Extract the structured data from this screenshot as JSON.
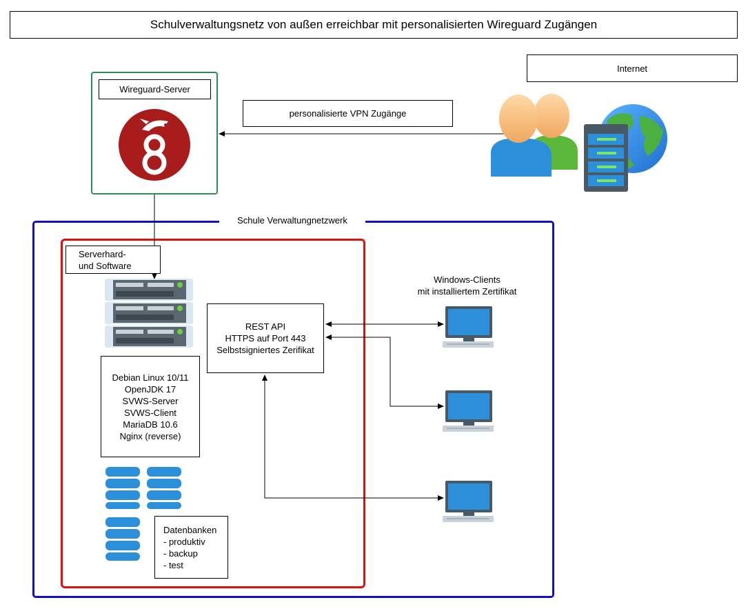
{
  "title": "Schulverwaltungsnetz von außen erreichbar mit personalisierten Wireguard Zugängen",
  "internet": "Internet",
  "vpn_access": "personalisierte VPN Zugänge",
  "wireguard": {
    "label": "Wireguard-Server"
  },
  "school_network": {
    "label": "Schule Verwaltungnetzwerk"
  },
  "server_group": {
    "label": "Serverhard-\nund Software"
  },
  "rest_api": {
    "text": "REST API\nHTTPS auf Port 443\nSelbstsigniertes Zerifikat"
  },
  "software": {
    "text": "Debian Linux 10/11\nOpenJDK 17\nSVWS-Server\nSVWS-Client\nMariaDB 10.6\nNginx (reverse)"
  },
  "databases": {
    "text": "Datenbanken\n- produktiv\n- backup\n  - test"
  },
  "windows_clients": {
    "text": "Windows-Clients\nmit installiertem Zertifikat"
  },
  "colors": {
    "wireguard_frame": "#2e8b57",
    "school_frame": "#1010c8",
    "server_frame": "#e01010",
    "wireguard_logo": "#a81c1c",
    "database": "#2b8fd9",
    "monitor": "#2b8fd9"
  },
  "icons": [
    "wireguard-logo-icon",
    "users-icon",
    "globe-icon",
    "server-tower-icon",
    "server-rack-icon",
    "database-icon",
    "monitor-icon"
  ]
}
